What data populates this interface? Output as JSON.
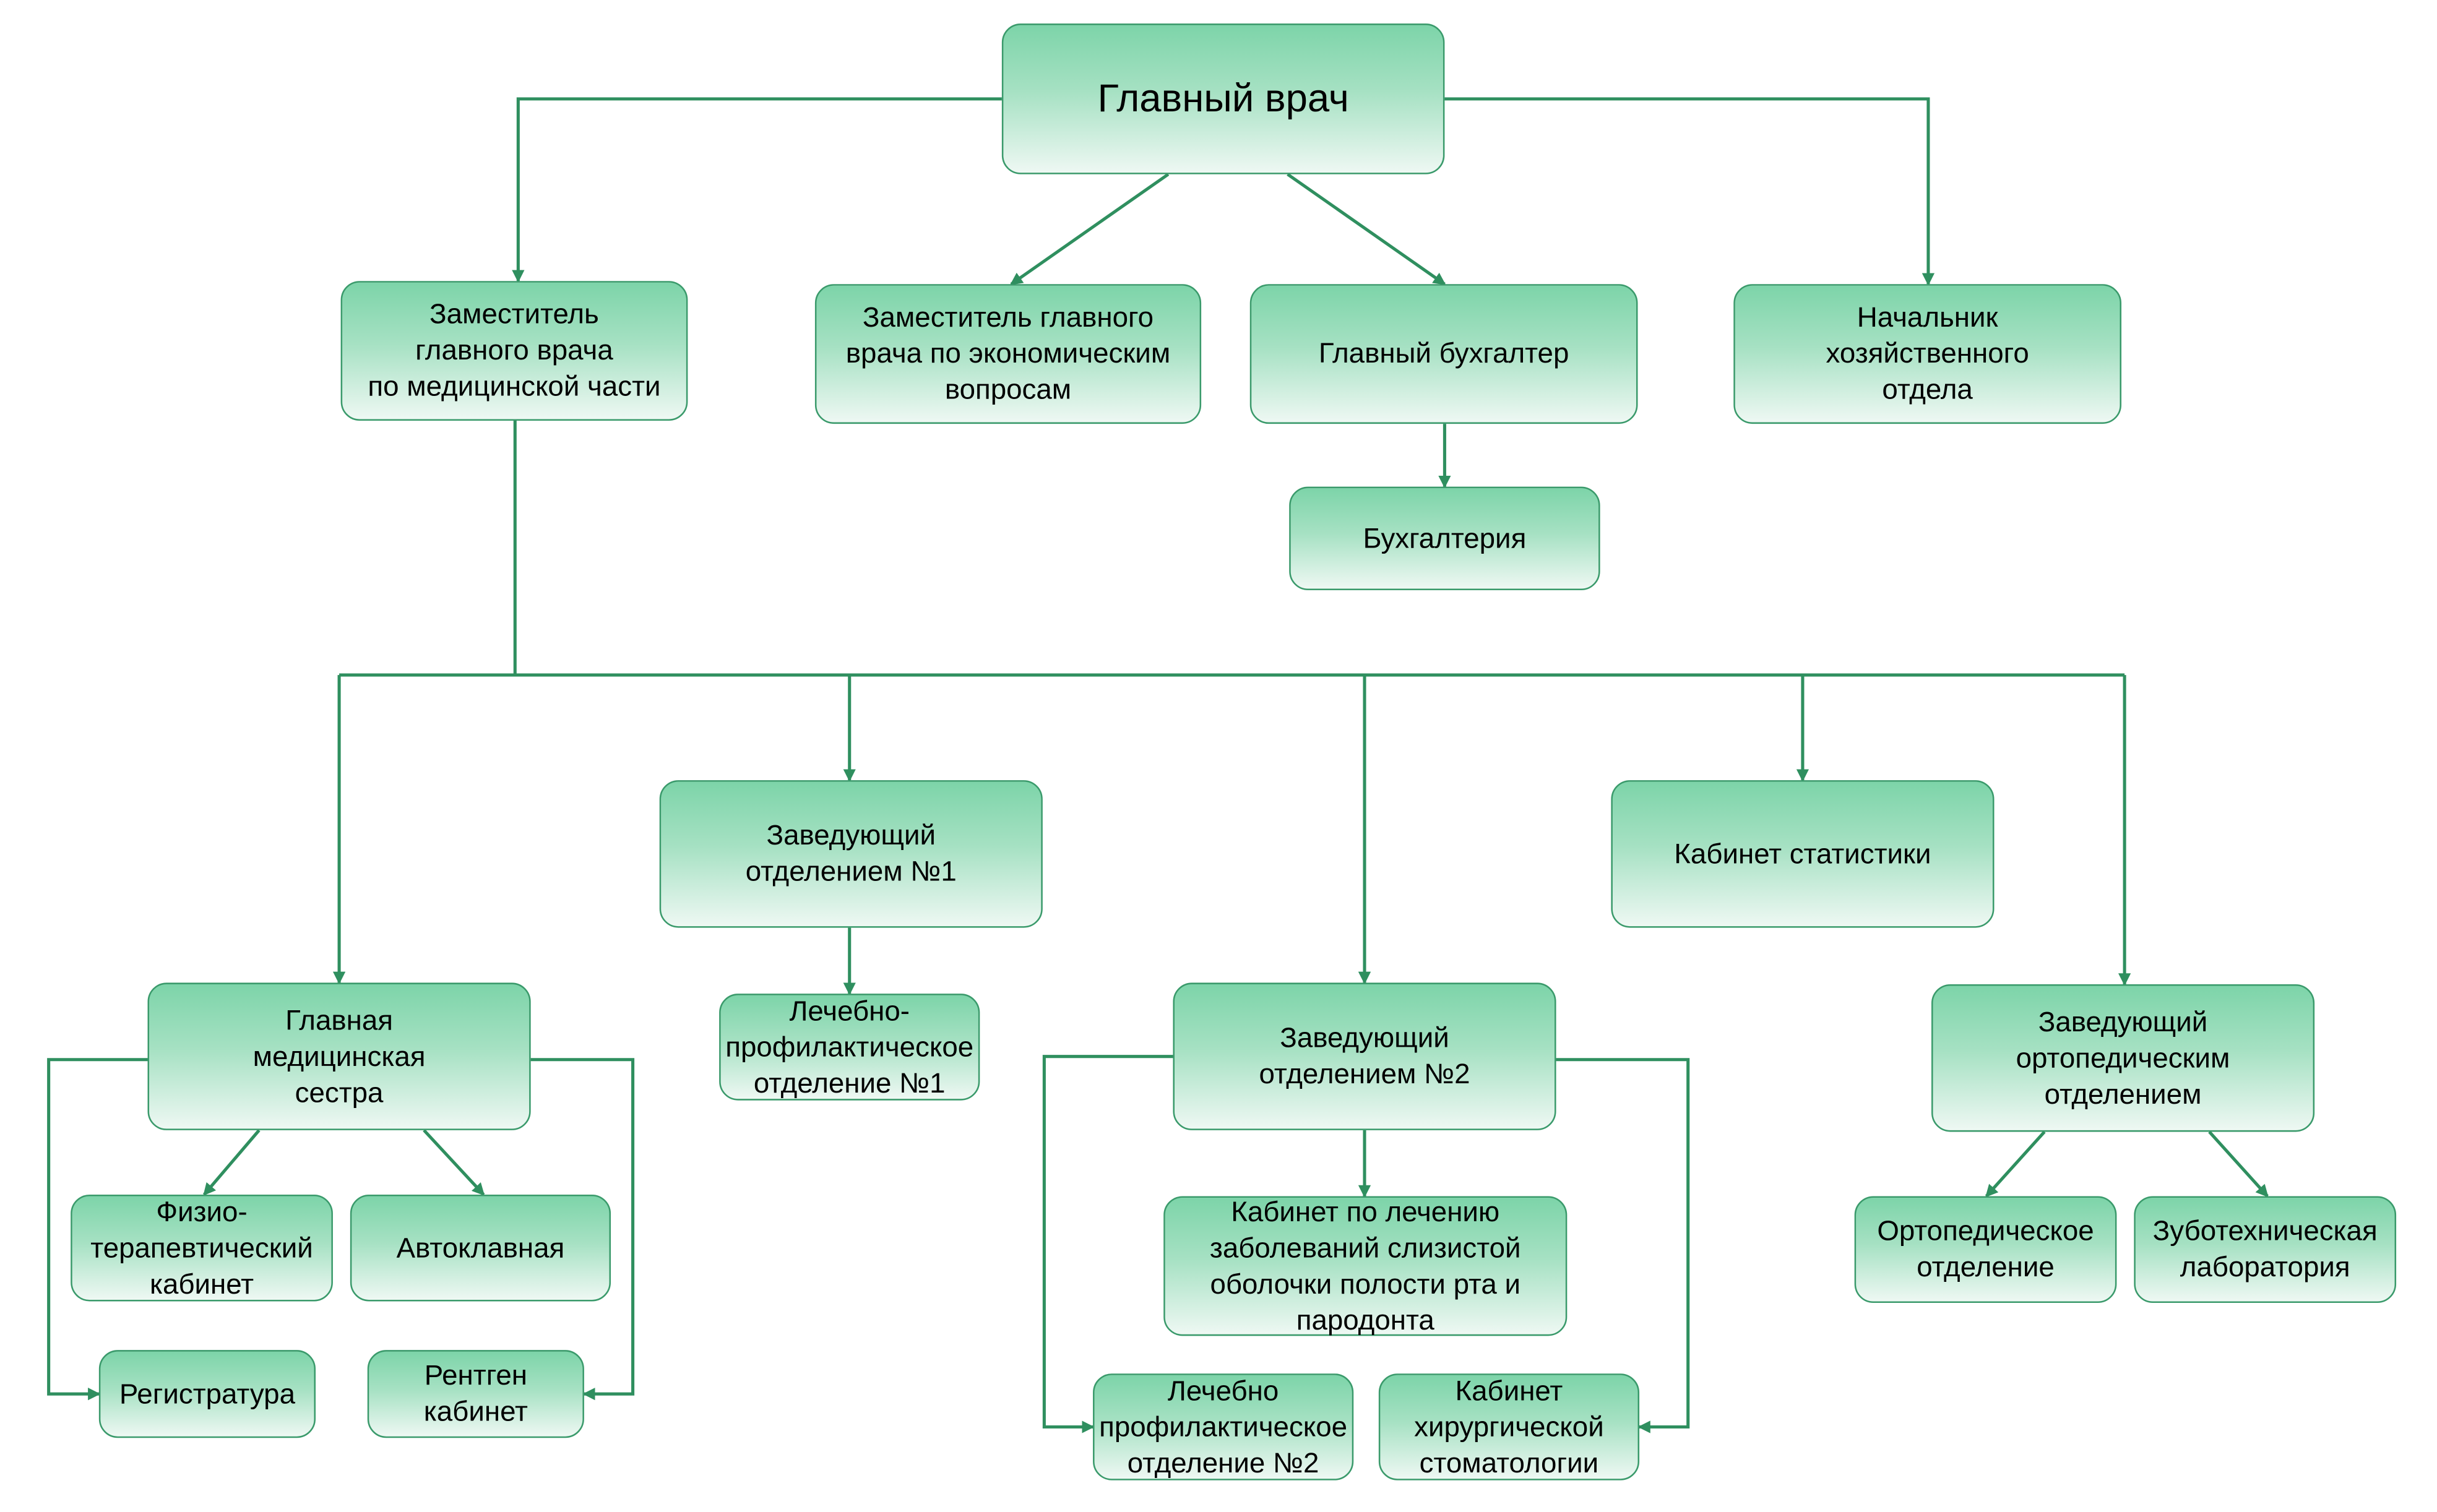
{
  "colors": {
    "line": "#2f8f5f",
    "border": "#3a9a6b",
    "fill_top": "#7dd4a9",
    "fill_bottom": "#eef8f3"
  },
  "nodes": {
    "chief": "Главный врач",
    "dep_med": "Заместитель\nглавного врача\nпо медицинской части",
    "dep_econ": "Заместитель главного\nврача по экономическим\nвопросам",
    "chief_accountant": "Главный бухгалтер",
    "head_household": "Начальник\nхозяйственного\nотдела",
    "accounting": "Бухгалтерия",
    "head_dept1": "Заведующий\nотделением №1",
    "statistics": "Кабинет статистики",
    "head_nurse": "Главная\nмедицинская\nсестра",
    "prev_dept1": "Лечебно-\nпрофилактическое\nотделение №1",
    "head_dept2": "Заведующий\nотделением №2",
    "head_ortho": "Заведующий\nортопедическим\nотделением",
    "physio": "Физио-\nтерапевтический\nкабинет",
    "autoclave": "Автоклавная",
    "registry": "Регистратура",
    "xray": "Рентген\nкабинет",
    "mucosa": "Кабинет по лечению\nзаболеваний слизистой\nоболочки полости рта и\nпародонта",
    "prev_dept2": "Лечебно\nпрофилактическое\nотделение №2",
    "surgery": "Кабинет\nхирургической\nстоматологии",
    "ortho_dept": "Ортопедическое\nотделение",
    "dental_lab": "Зуботехническая\nлаборатория"
  }
}
